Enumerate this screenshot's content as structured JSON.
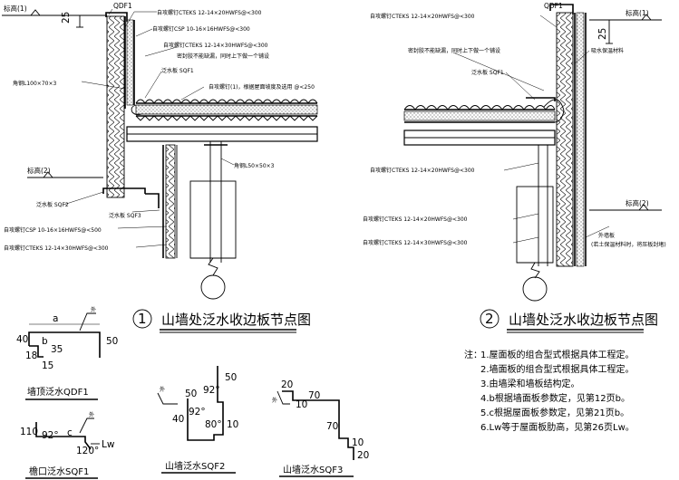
{
  "detail1": {
    "level": "标高(1)",
    "qdf1": "QDF1",
    "dim_25": "25",
    "fastener_a": "自攻螺钉CTEKS 12-14×20HWFS@<300",
    "fastener_b": "自攻螺钉CSP 10-16×16HWFS@<300",
    "fastener_c": "自攻螺钉CTEKS 12-14×30HWFS@<300",
    "sealant_note": "密封胶不能缺漏，同时上下做一个铺设",
    "angle_large": "角钢L100×70×3",
    "sqf1": "泛水板 SQF1",
    "fastener_d": "自攻螺钉(1)，根据屋面坡度及选用 @<250",
    "angle_small": "角钢L50×50×3",
    "level2": "标高(2)",
    "sqf2": "泛水板 SQF2",
    "sqf3": "泛水板 SQF3",
    "fastener_e": "自攻螺钉CSP 10-16×16HWFS@<500",
    "fastener_f": "自攻螺钉CTEKS 12-14×30HWFS@<300",
    "num": "1",
    "title": "山墙处泛水收边板节点图"
  },
  "detail2": {
    "qdf1": "QDF1",
    "level": "标高(1)",
    "fastener_a": "自攻螺钉CTEKS 12-14×20HWFS@<300",
    "dim_25": "25",
    "sealant_note": "密封胶不能缺漏，同时上下做一个铺设",
    "insulation": "吸水保温材料",
    "sqf1": "泛水板 SQF1",
    "fastener_b": "自攻螺钉CTEKS 12-14×20HWFS@<300",
    "level2": "标高(2)",
    "fastener_c": "自攻螺钉CTEKS 12-14×20HWFS@<300",
    "fastener_d": "自攻螺钉CTEKS 12-14×30HWFS@<300",
    "outer_label": "外墙板",
    "outer_note": "(若土保温材料时，将压板封堵)",
    "num": "2",
    "title": "山墙处泛水收边板节点图"
  },
  "profiles": {
    "qdf1": {
      "dims": [
        "40",
        "b",
        "18",
        "35",
        "15",
        "50"
      ],
      "a": "a",
      "out": "外",
      "caption": "墙顶泛水QDF1"
    },
    "sqf1": {
      "dims": [
        "110",
        "92°",
        "c",
        "120°"
      ],
      "lw": "Lw",
      "out": "外",
      "caption": "檐口泛水SQF1"
    },
    "sqf2": {
      "dims": [
        "50",
        "50",
        "92°",
        "40",
        "92°",
        "80°",
        "10"
      ],
      "out": "外",
      "caption": "山墙泛水SQF2"
    },
    "sqf3": {
      "dims": [
        "20",
        "10",
        "70",
        "70",
        "10",
        "20"
      ],
      "out": "外",
      "caption": "山墙泛水SQF3"
    }
  },
  "notes": {
    "label": "注：",
    "items": [
      "1.屋面板的组合型式根据具体工程定。",
      "2.墙面板的组合型式根据具体工程定。",
      "3.由墙梁和墙板结构定。",
      "4.b根据墙面板参数定，见第12页b。",
      "5.c根据屋面板参数定，见第21页b。",
      "6.Lw等于屋面板肋高，见第26页Lw。"
    ]
  }
}
